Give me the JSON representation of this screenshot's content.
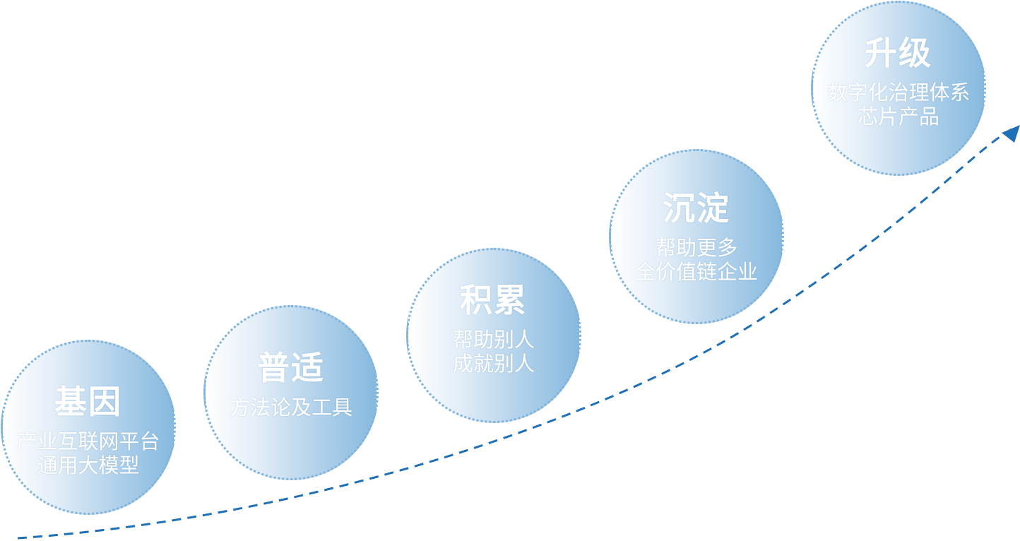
{
  "colors": {
    "arrow": "#1f6fb6",
    "bubble_border": "#7fb2d9",
    "bubble_gradient": [
      "#ffffff",
      "#e3eef8",
      "#b6d4ec",
      "#86b9df"
    ],
    "text": "#ffffff"
  },
  "steps": [
    {
      "title": "基因",
      "lines": [
        "产业互联网平台",
        "通用大模型"
      ]
    },
    {
      "title": "普适",
      "lines": [
        "方法论及工具"
      ]
    },
    {
      "title": "积累",
      "lines": [
        "帮助别人",
        "成就别人"
      ]
    },
    {
      "title": "沉淀",
      "lines": [
        "帮助更多",
        "全价值链企业"
      ]
    },
    {
      "title": "升级",
      "lines": [
        "数字化治理体系",
        "芯片产品"
      ]
    }
  ]
}
